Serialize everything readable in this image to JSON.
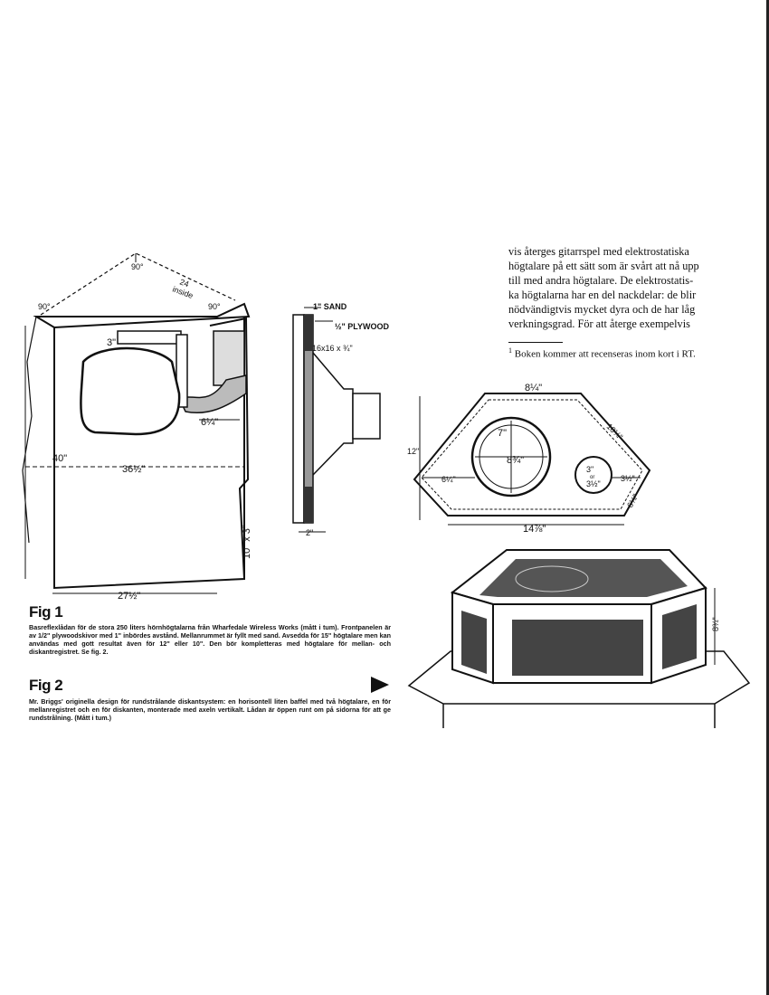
{
  "body_text": {
    "lines": [
      "vis återges gitarrspel med elektrostatiska",
      "högtalare på ett sätt som är svårt att nå upp",
      "till med andra högtalare. De elektrostatis-",
      "ka högtalarna har en del nackdelar: de blir",
      "nödvändigtvis mycket dyra och de har låg",
      "verkningsgrad. För att återge exempelvis"
    ],
    "footnote_mark": "1",
    "footnote": "Boken kommer att recenseras inom kort i RT."
  },
  "fig1": {
    "label": "Fig 1",
    "caption": "Basreflexlådan för de stora 250 liters hörnhögtalarna från Wharfedale Wireless Works (mått i tum). Frontpanelen är av 1/2\" plywoodskivor med 1\" inbördes avstånd. Mellanrummet är fyllt med sand. Avsedda för 15\" högtalare men kan användas med gott resultat även för 12\" eller 10\". Den bör kompletteras med högtalare för mellan- och diskantregistret. Se fig. 2.",
    "dimensions": {
      "angle_top": "90°",
      "angle_left": "90°",
      "angle_right": "90°",
      "depth": "24",
      "depth_note": "inside",
      "port": "3\"",
      "side": "6¼\"",
      "height": "40\"",
      "width_inner": "36½\"",
      "base": "10\" x 3\"",
      "width_bottom": "27½\""
    },
    "section": {
      "sand": "1\" SAND",
      "plywood": "½\" PLYWOOD",
      "batten": "16x16 x ¾\"",
      "gap": "2\""
    }
  },
  "fig2": {
    "label": "Fig 2",
    "caption": "Mr. Briggs' originella design för rundstrålande diskantsystem: en horisontell liten baffel med två högtalare, en för mellanregistret och en för diskanten, monterade med axeln vertikalt. Lådan är öppen runt om på sidorna för att ge rundstrålning. (Mått i tum.)",
    "dimensions": {
      "top": "8¼\"",
      "right_edge": "10¼\"",
      "height": "12\"",
      "big_hole_outer": "7\"",
      "big_hole_inner": "8¾\"",
      "left_margin": "6¼\"",
      "small_hole_a": "3\"",
      "small_hole_or": "or",
      "small_hole_b": "3½\"",
      "right_margin": "3½\"",
      "right_side": "6¼\"",
      "bottom": "14⅞\"",
      "box_height": "8¾\""
    }
  },
  "colors": {
    "ink": "#111111",
    "paper": "#ffffff"
  }
}
